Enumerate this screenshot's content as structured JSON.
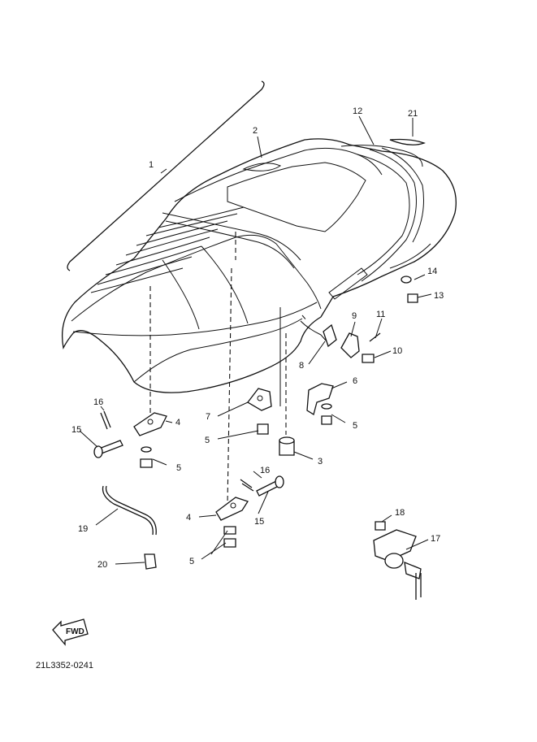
{
  "diagram": {
    "title_code": "21L3352-0241",
    "fwd_label": "FWD",
    "callouts": [
      "1",
      "2",
      "3",
      "4",
      "4",
      "5",
      "5",
      "5",
      "5",
      "6",
      "7",
      "8",
      "9",
      "10",
      "11",
      "12",
      "13",
      "14",
      "15",
      "15",
      "16",
      "16",
      "17",
      "18",
      "19",
      "20",
      "21"
    ]
  }
}
